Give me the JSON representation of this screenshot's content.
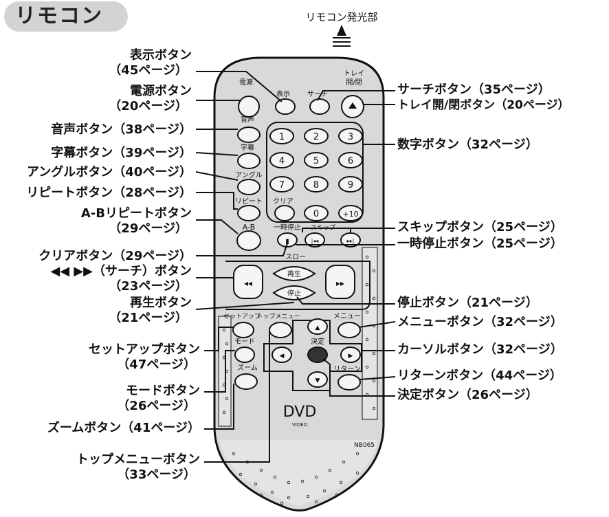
{
  "title": "リモコン",
  "emitter": "リモコン発光部",
  "model": "NB065",
  "logo": {
    "text": "DVD",
    "sub": "VIDEO"
  },
  "remote_buttons": {
    "power": "電源",
    "display": "表示",
    "search": "サーチ",
    "tray": "トレイ\n開/閉",
    "audio": "音声",
    "subtitle": "字幕",
    "angle": "アングル",
    "repeat": "リピート",
    "clear": "クリア",
    "ab": "A-B",
    "pause": "一時停止",
    "skip": "スキップ",
    "slow": "スロー",
    "play": "再生",
    "stop": "停止",
    "setup": "セットアップ",
    "top_menu": "トップメニュー",
    "menu": "メニュー",
    "mode": "モード",
    "enter": "決定",
    "zoom": "ズーム",
    "return": "リターン",
    "digits": [
      "1",
      "2",
      "3",
      "4",
      "5",
      "6",
      "7",
      "8",
      "9",
      "0",
      "+10"
    ]
  },
  "labels_left": [
    {
      "id": "display",
      "text": "表示ボタン\n（45ページ）"
    },
    {
      "id": "power",
      "text": "電源ボタン\n（20ページ）"
    },
    {
      "id": "audio",
      "text": "音声ボタン（38ページ）"
    },
    {
      "id": "subtitle",
      "text": "字幕ボタン（39ページ）"
    },
    {
      "id": "angle",
      "text": "アングルボタン（40ページ）"
    },
    {
      "id": "repeat",
      "text": "リピートボタン（28ページ）"
    },
    {
      "id": "ab",
      "text": "A-Bリピートボタン\n（29ページ）"
    },
    {
      "id": "clear",
      "text": "クリアボタン（29ページ）"
    },
    {
      "id": "search_rw",
      "text": "◀◀ ▶▶（サーチ）ボタン\n（23ページ）"
    },
    {
      "id": "play",
      "text": "再生ボタン\n（21ページ）"
    },
    {
      "id": "setup",
      "text": "セットアップボタン\n（47ページ）"
    },
    {
      "id": "mode",
      "text": "モードボタン\n（26ページ）"
    },
    {
      "id": "zoom",
      "text": "ズームボタン（41ページ）"
    },
    {
      "id": "top_menu",
      "text": "トップメニューボタン\n（33ページ）"
    }
  ],
  "labels_right": [
    {
      "id": "search",
      "text": "サーチボタン（35ページ）"
    },
    {
      "id": "tray",
      "text": "トレイ開/閉ボタン（20ページ）"
    },
    {
      "id": "digits",
      "text": "数字ボタン（32ページ）"
    },
    {
      "id": "skip",
      "text": "スキップボタン（25ページ）"
    },
    {
      "id": "pause",
      "text": "一時停止ボタン（25ページ）"
    },
    {
      "id": "stop",
      "text": "停止ボタン（21ページ）"
    },
    {
      "id": "menu",
      "text": "メニューボタン（32ページ）"
    },
    {
      "id": "cursor",
      "text": "カーソルボタン（32ページ）"
    },
    {
      "id": "return",
      "text": "リターンボタン（44ページ）"
    },
    {
      "id": "enter",
      "text": "決定ボタン（26ページ）"
    }
  ]
}
